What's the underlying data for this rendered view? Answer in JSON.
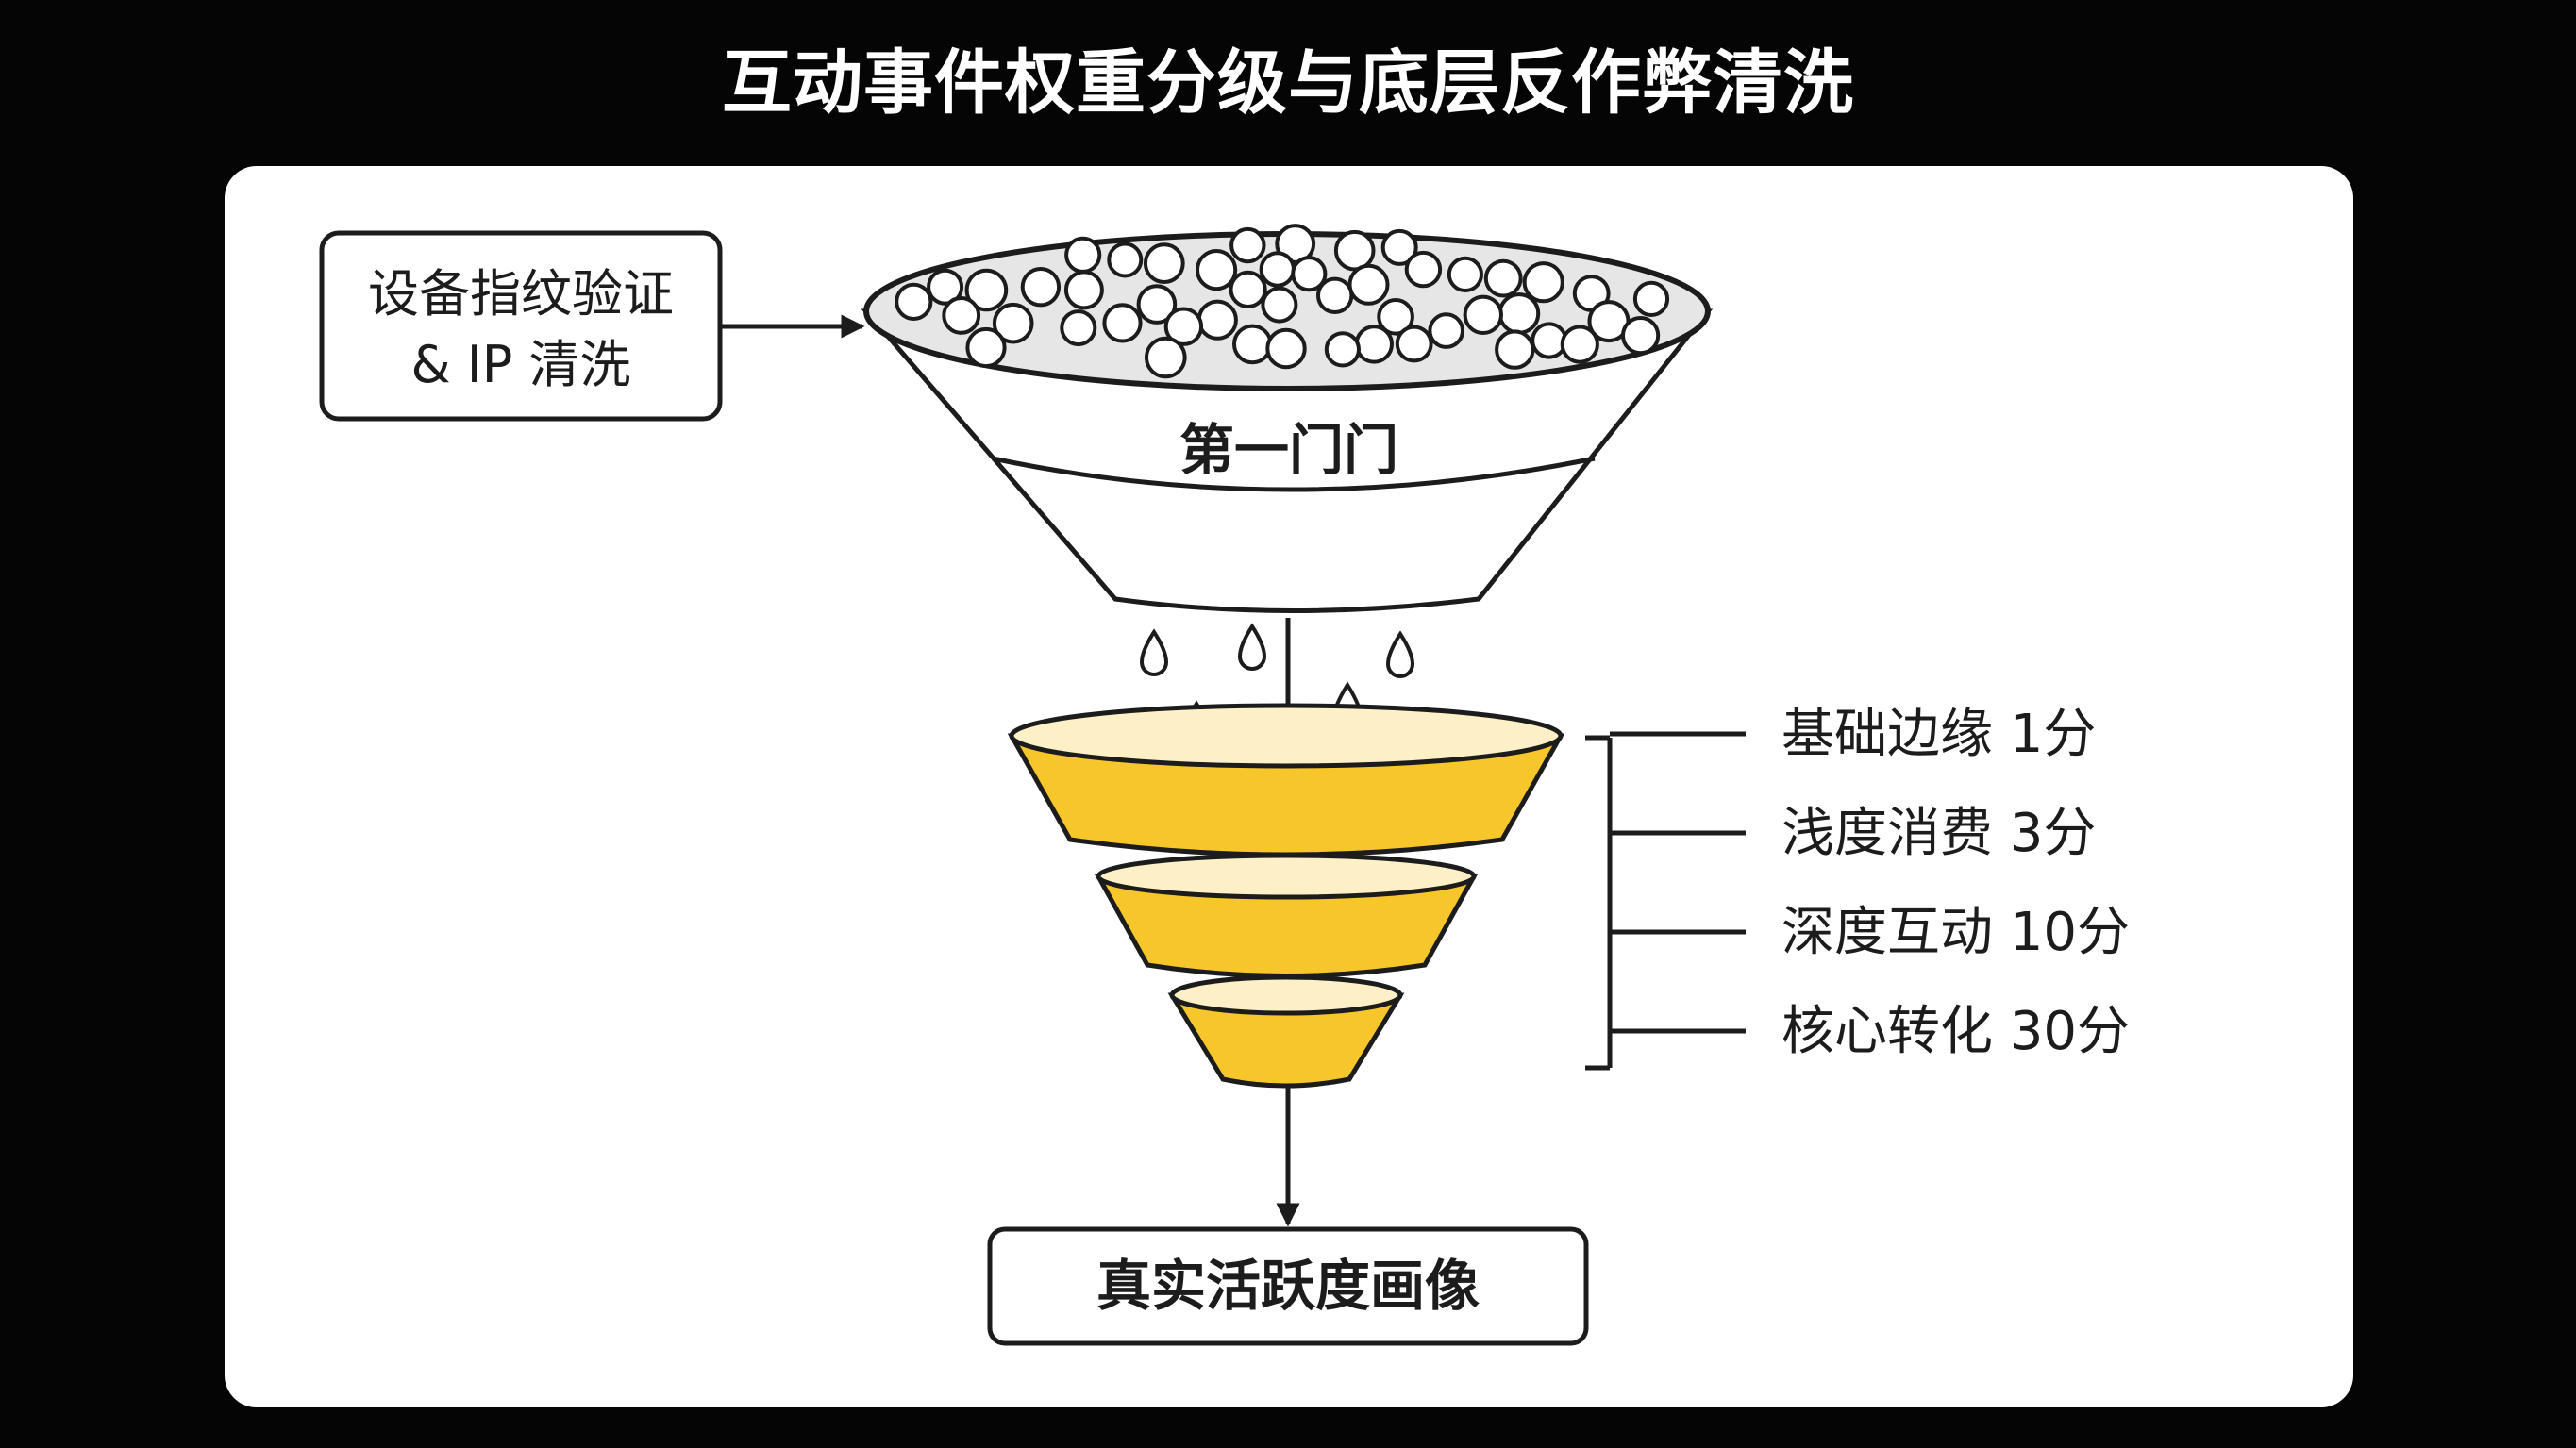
{
  "title": "互动事件权重分级与底层反作弊清洗",
  "filter_box": {
    "line1": "设备指纹验证",
    "line2": "& IP 清洗"
  },
  "top_funnel_label": "第一门门",
  "tiers": [
    {
      "label": "基础边缘 1分"
    },
    {
      "label": "浅度消费 3分"
    },
    {
      "label": "深度互动 10分"
    },
    {
      "label": "核心转化 30分"
    }
  ],
  "output_box": "真实活跃度画像",
  "colors": {
    "background": "#050505",
    "card": "#ffffff",
    "accent_yellow": "#f6c62b",
    "stroke": "#1c1c1c"
  }
}
